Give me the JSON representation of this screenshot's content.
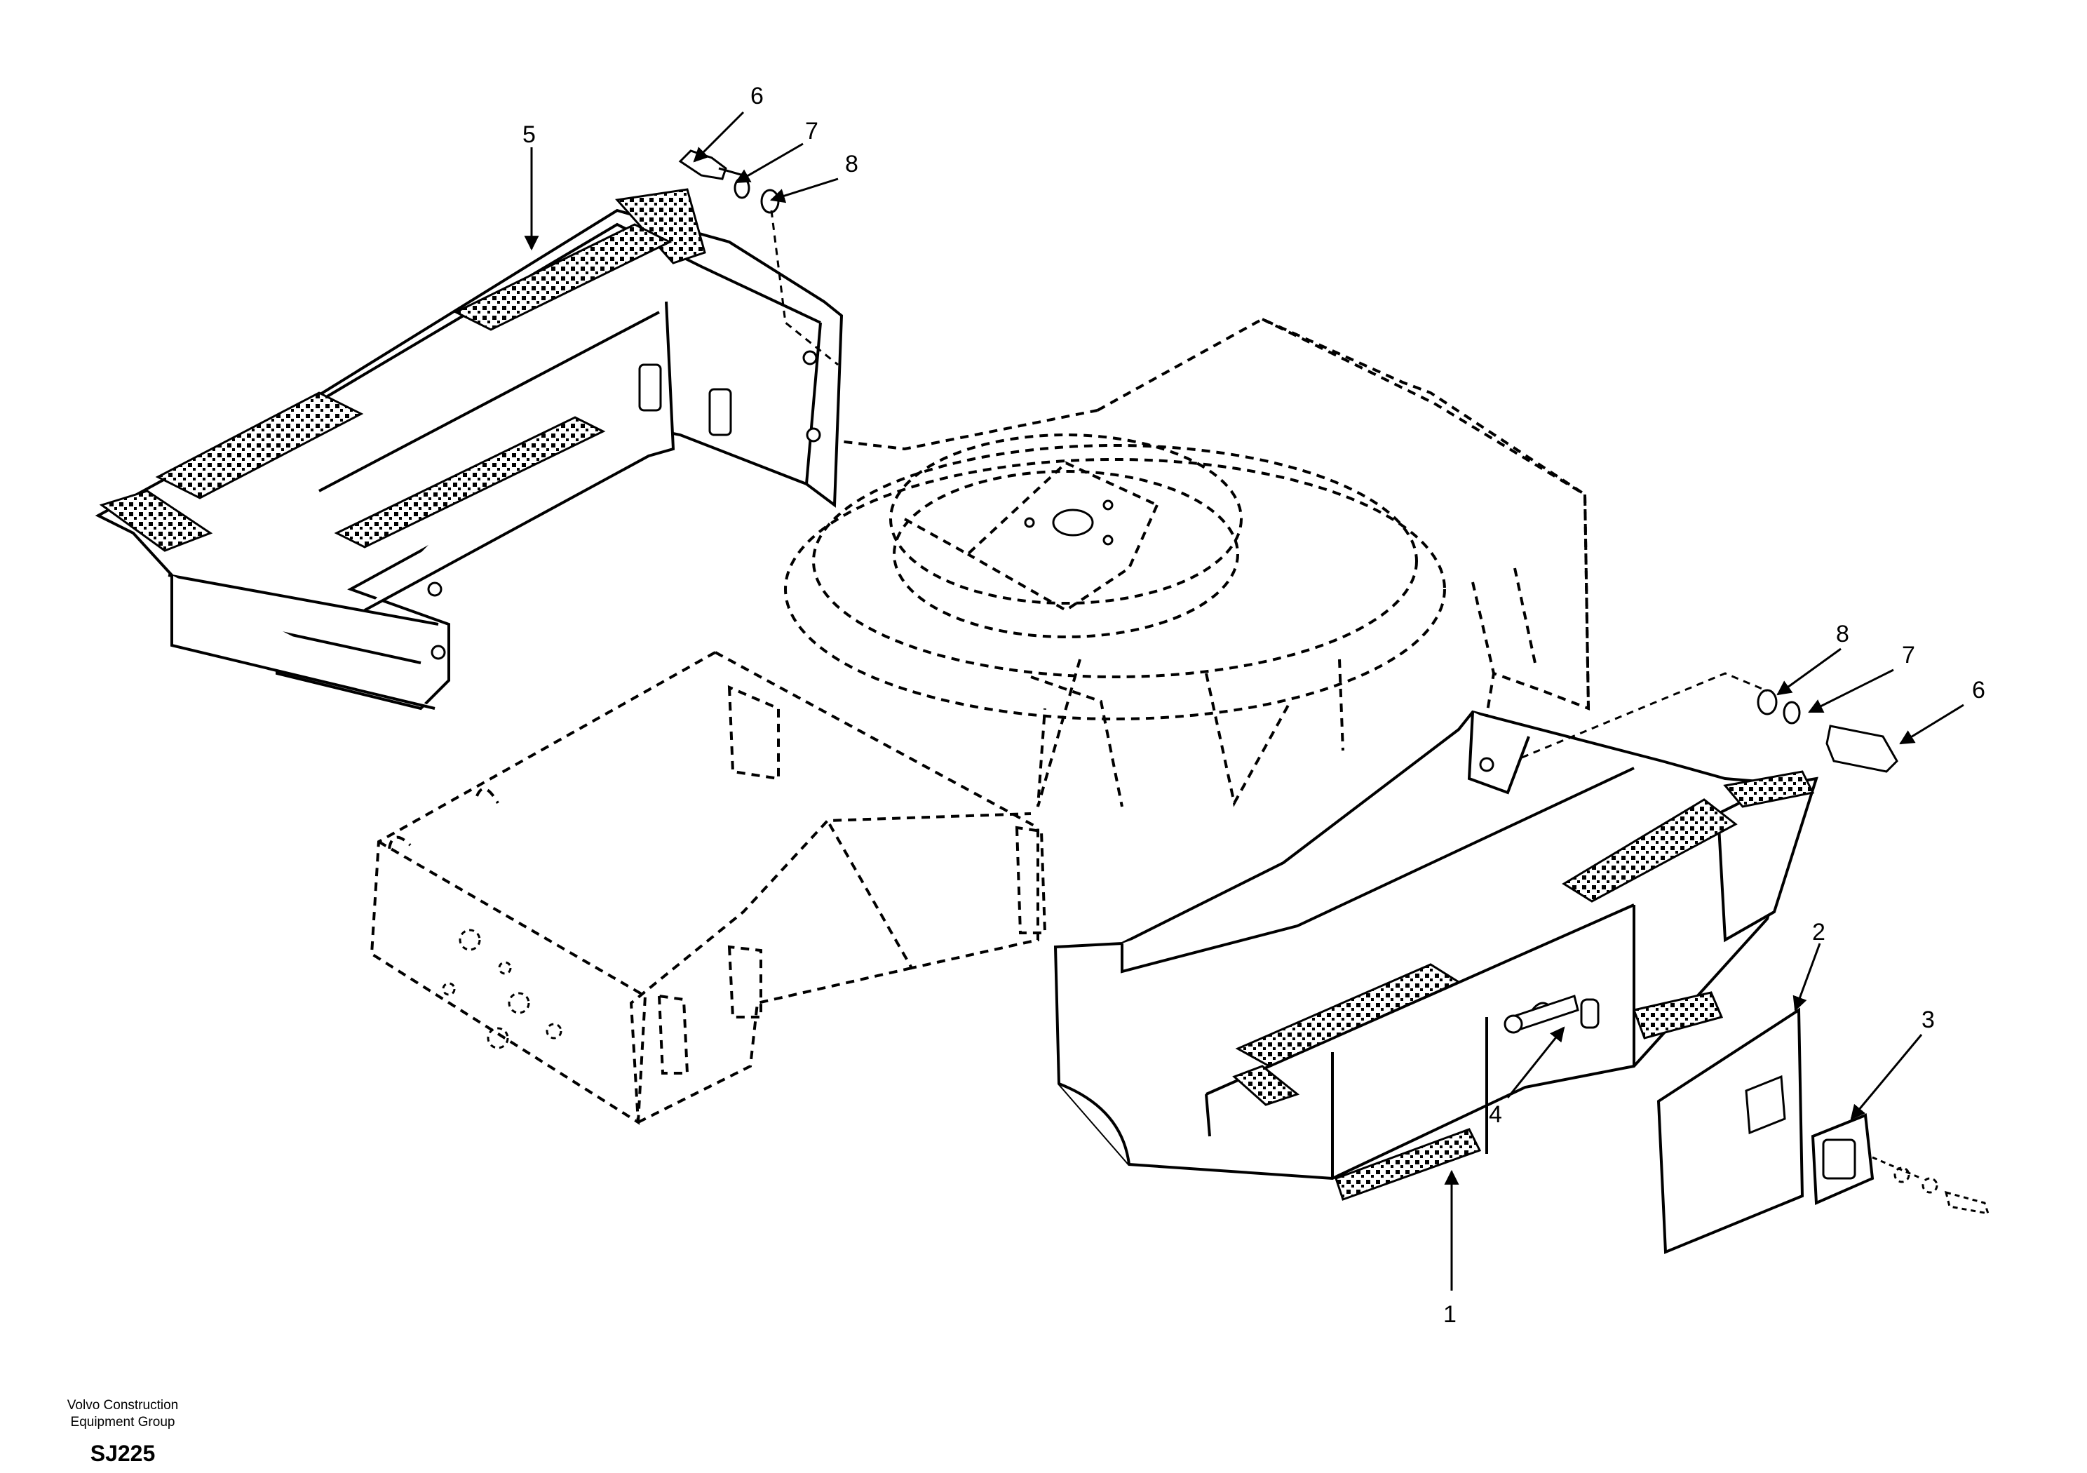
{
  "callouts": {
    "c1": "1",
    "c2": "2",
    "c3": "3",
    "c4": "4",
    "c5": "5",
    "c6_top": "6",
    "c7_top": "7",
    "c8_top": "8",
    "c6_right": "6",
    "c7_right": "7",
    "c8_right": "8"
  },
  "footer": {
    "org_line1": "Volvo Construction",
    "org_line2": "Equipment Group",
    "code": "SJ225"
  }
}
